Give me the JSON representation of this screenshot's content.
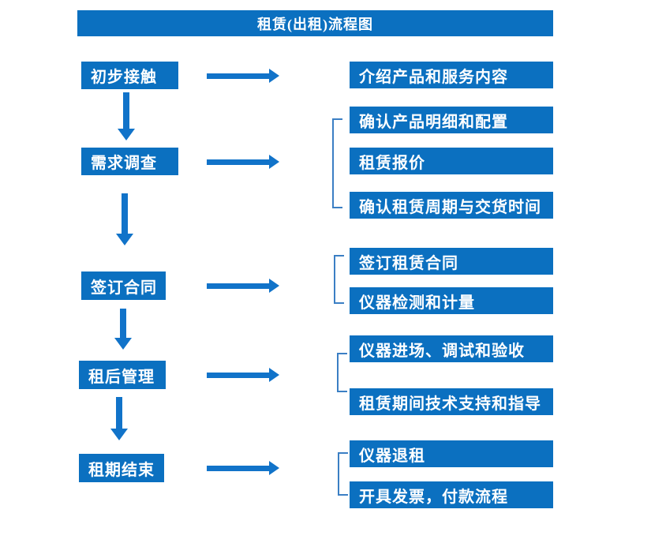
{
  "title": "租赁(出租)流程图",
  "colors": {
    "box_fill": "#0b70c0",
    "arrow": "#1173c9",
    "bracket": "#3b7fc4",
    "text": "#ffffff",
    "background": "#ffffff"
  },
  "flow": {
    "stages": [
      {
        "label": "初步接触",
        "outputs": [
          "介绍产品和服务内容"
        ]
      },
      {
        "label": "需求调查",
        "outputs": [
          "确认产品明细和配置",
          "租赁报价",
          "确认租赁周期与交货时间"
        ]
      },
      {
        "label": "签订合同",
        "outputs": [
          "签订租赁合同",
          "仪器检测和计量"
        ]
      },
      {
        "label": "租后管理",
        "outputs": [
          "仪器进场、调试和验收",
          "租赁期间技术支持和指导"
        ]
      },
      {
        "label": "租期结束",
        "outputs": [
          "仪器退租",
          "开具发票，付款流程"
        ]
      }
    ]
  }
}
